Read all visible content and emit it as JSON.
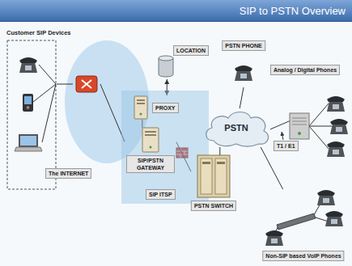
{
  "diagram": {
    "title": "SIP to PSTN Overview",
    "nodes": [
      {
        "text": [
          "Customer SIP Devices"
        ]
      },
      {
        "text": [
          "The INTERNET"
        ]
      },
      {
        "text": [
          "SIP ITSP"
        ]
      },
      {
        "text": [
          "LOCATION"
        ]
      },
      {
        "text": [
          "PROXY"
        ],
        "in": 2
      },
      {
        "text": [
          "SIP/PSTN GATEWAY"
        ],
        "in": 2
      },
      {
        "text": [
          "PSTN"
        ]
      },
      {
        "text": [
          "PSTN SWITCH"
        ]
      },
      {
        "text": [
          "PSTN PHONE"
        ]
      },
      {
        "text": [
          "Analog / Digital Phones"
        ]
      },
      {
        "text": [
          "Non-SIP based VoIP Phones"
        ]
      }
    ],
    "edges": [
      {
        "from": 0,
        "to": 1,
        "arrow": "none"
      },
      {
        "from": 1,
        "to": 5,
        "arrow": "none"
      },
      {
        "from": 3,
        "to": 4,
        "arrow": "both"
      },
      {
        "from": 5,
        "to": 4,
        "arrow": "none"
      },
      {
        "from": 5,
        "to": 7,
        "arrow": "none"
      },
      {
        "from": 7,
        "to": 6,
        "arrow": "none"
      },
      {
        "from": 6,
        "to": 8,
        "arrow": "none"
      },
      {
        "from": 6,
        "to": 9,
        "label": "T1 / E1",
        "arrow": "none"
      },
      {
        "from": 6,
        "to": 10,
        "arrow": "none"
      }
    ]
  }
}
